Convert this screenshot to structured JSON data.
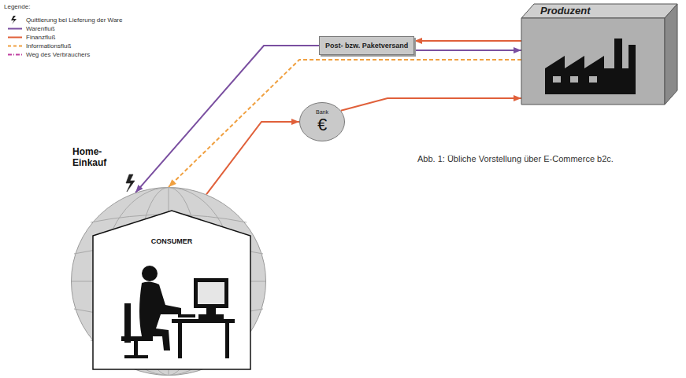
{
  "diagram": {
    "caption": "Abb. 1: Übliche Vorstellung über E-Commerce b2c.",
    "nodes": [
      {
        "text": [
          "Post- bzw. Paketversand"
        ]
      },
      {
        "text": [
          "Produzent"
        ]
      },
      {
        "text": [
          "Bank",
          "€"
        ]
      },
      {
        "text": [
          "Home-Einkauf"
        ]
      },
      {
        "text": [
          "CONSUMER"
        ],
        "in": 3
      }
    ],
    "edges": [
      {
        "from": 1,
        "to": 0,
        "arrow": "to"
      },
      {
        "from": 0,
        "to": 1,
        "arrow": "to"
      },
      {
        "from": 0,
        "to": 3,
        "arrow": "to"
      },
      {
        "from": 1,
        "to": 3,
        "arrow": "to"
      },
      {
        "from": 3,
        "to": 2,
        "arrow": "to"
      },
      {
        "from": 2,
        "to": 1,
        "arrow": "to"
      }
    ],
    "labels": [
      "Legende:"
    ],
    "legend": [
      {
        "text": "Quittierung bei Lieferung der Ware"
      },
      {
        "text": "Warenfluß"
      },
      {
        "text": "Finanzfluß"
      },
      {
        "text": "Informationsfluß"
      },
      {
        "text": "Weg des Verbrauchers"
      }
    ]
  }
}
